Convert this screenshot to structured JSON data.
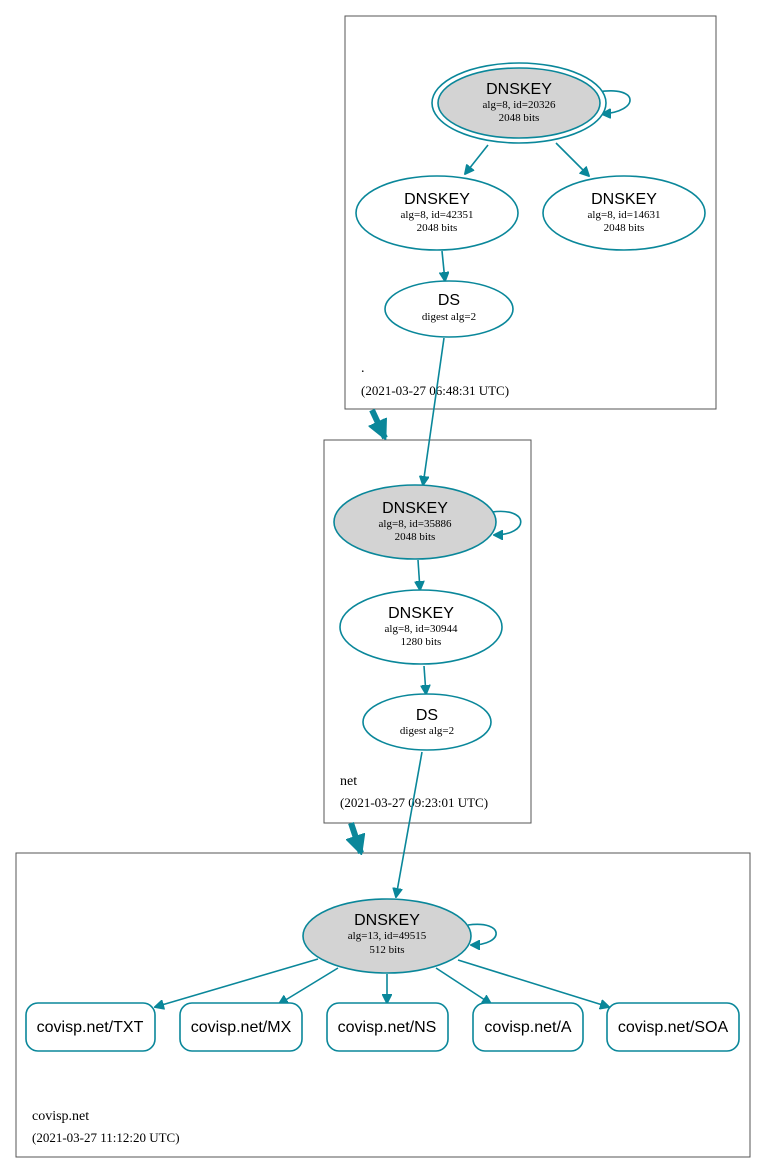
{
  "colors": {
    "edge": "#0a879a",
    "ksk_fill": "#d3d3d3",
    "node_fill": "#ffffff",
    "box_stroke": "#555555"
  },
  "zones": {
    "root": {
      "name": ".",
      "timestamp": "(2021-03-27 06:48:31 UTC)",
      "ksk": {
        "title": "DNSKEY",
        "alg": "alg=8, id=20326",
        "bits": "2048 bits"
      },
      "zsk1": {
        "title": "DNSKEY",
        "alg": "alg=8, id=42351",
        "bits": "2048 bits"
      },
      "zsk2": {
        "title": "DNSKEY",
        "alg": "alg=8, id=14631",
        "bits": "2048 bits"
      },
      "ds": {
        "title": "DS",
        "digest": "digest alg=2"
      }
    },
    "net": {
      "name": "net",
      "timestamp": "(2021-03-27 09:23:01 UTC)",
      "ksk": {
        "title": "DNSKEY",
        "alg": "alg=8, id=35886",
        "bits": "2048 bits"
      },
      "zsk": {
        "title": "DNSKEY",
        "alg": "alg=8, id=30944",
        "bits": "1280 bits"
      },
      "ds": {
        "title": "DS",
        "digest": "digest alg=2"
      }
    },
    "covisp": {
      "name": "covisp.net",
      "timestamp": "(2021-03-27 11:12:20 UTC)",
      "key": {
        "title": "DNSKEY",
        "alg": "alg=13, id=49515",
        "bits": "512 bits"
      },
      "records": [
        "covisp.net/TXT",
        "covisp.net/MX",
        "covisp.net/NS",
        "covisp.net/A",
        "covisp.net/SOA"
      ]
    }
  }
}
